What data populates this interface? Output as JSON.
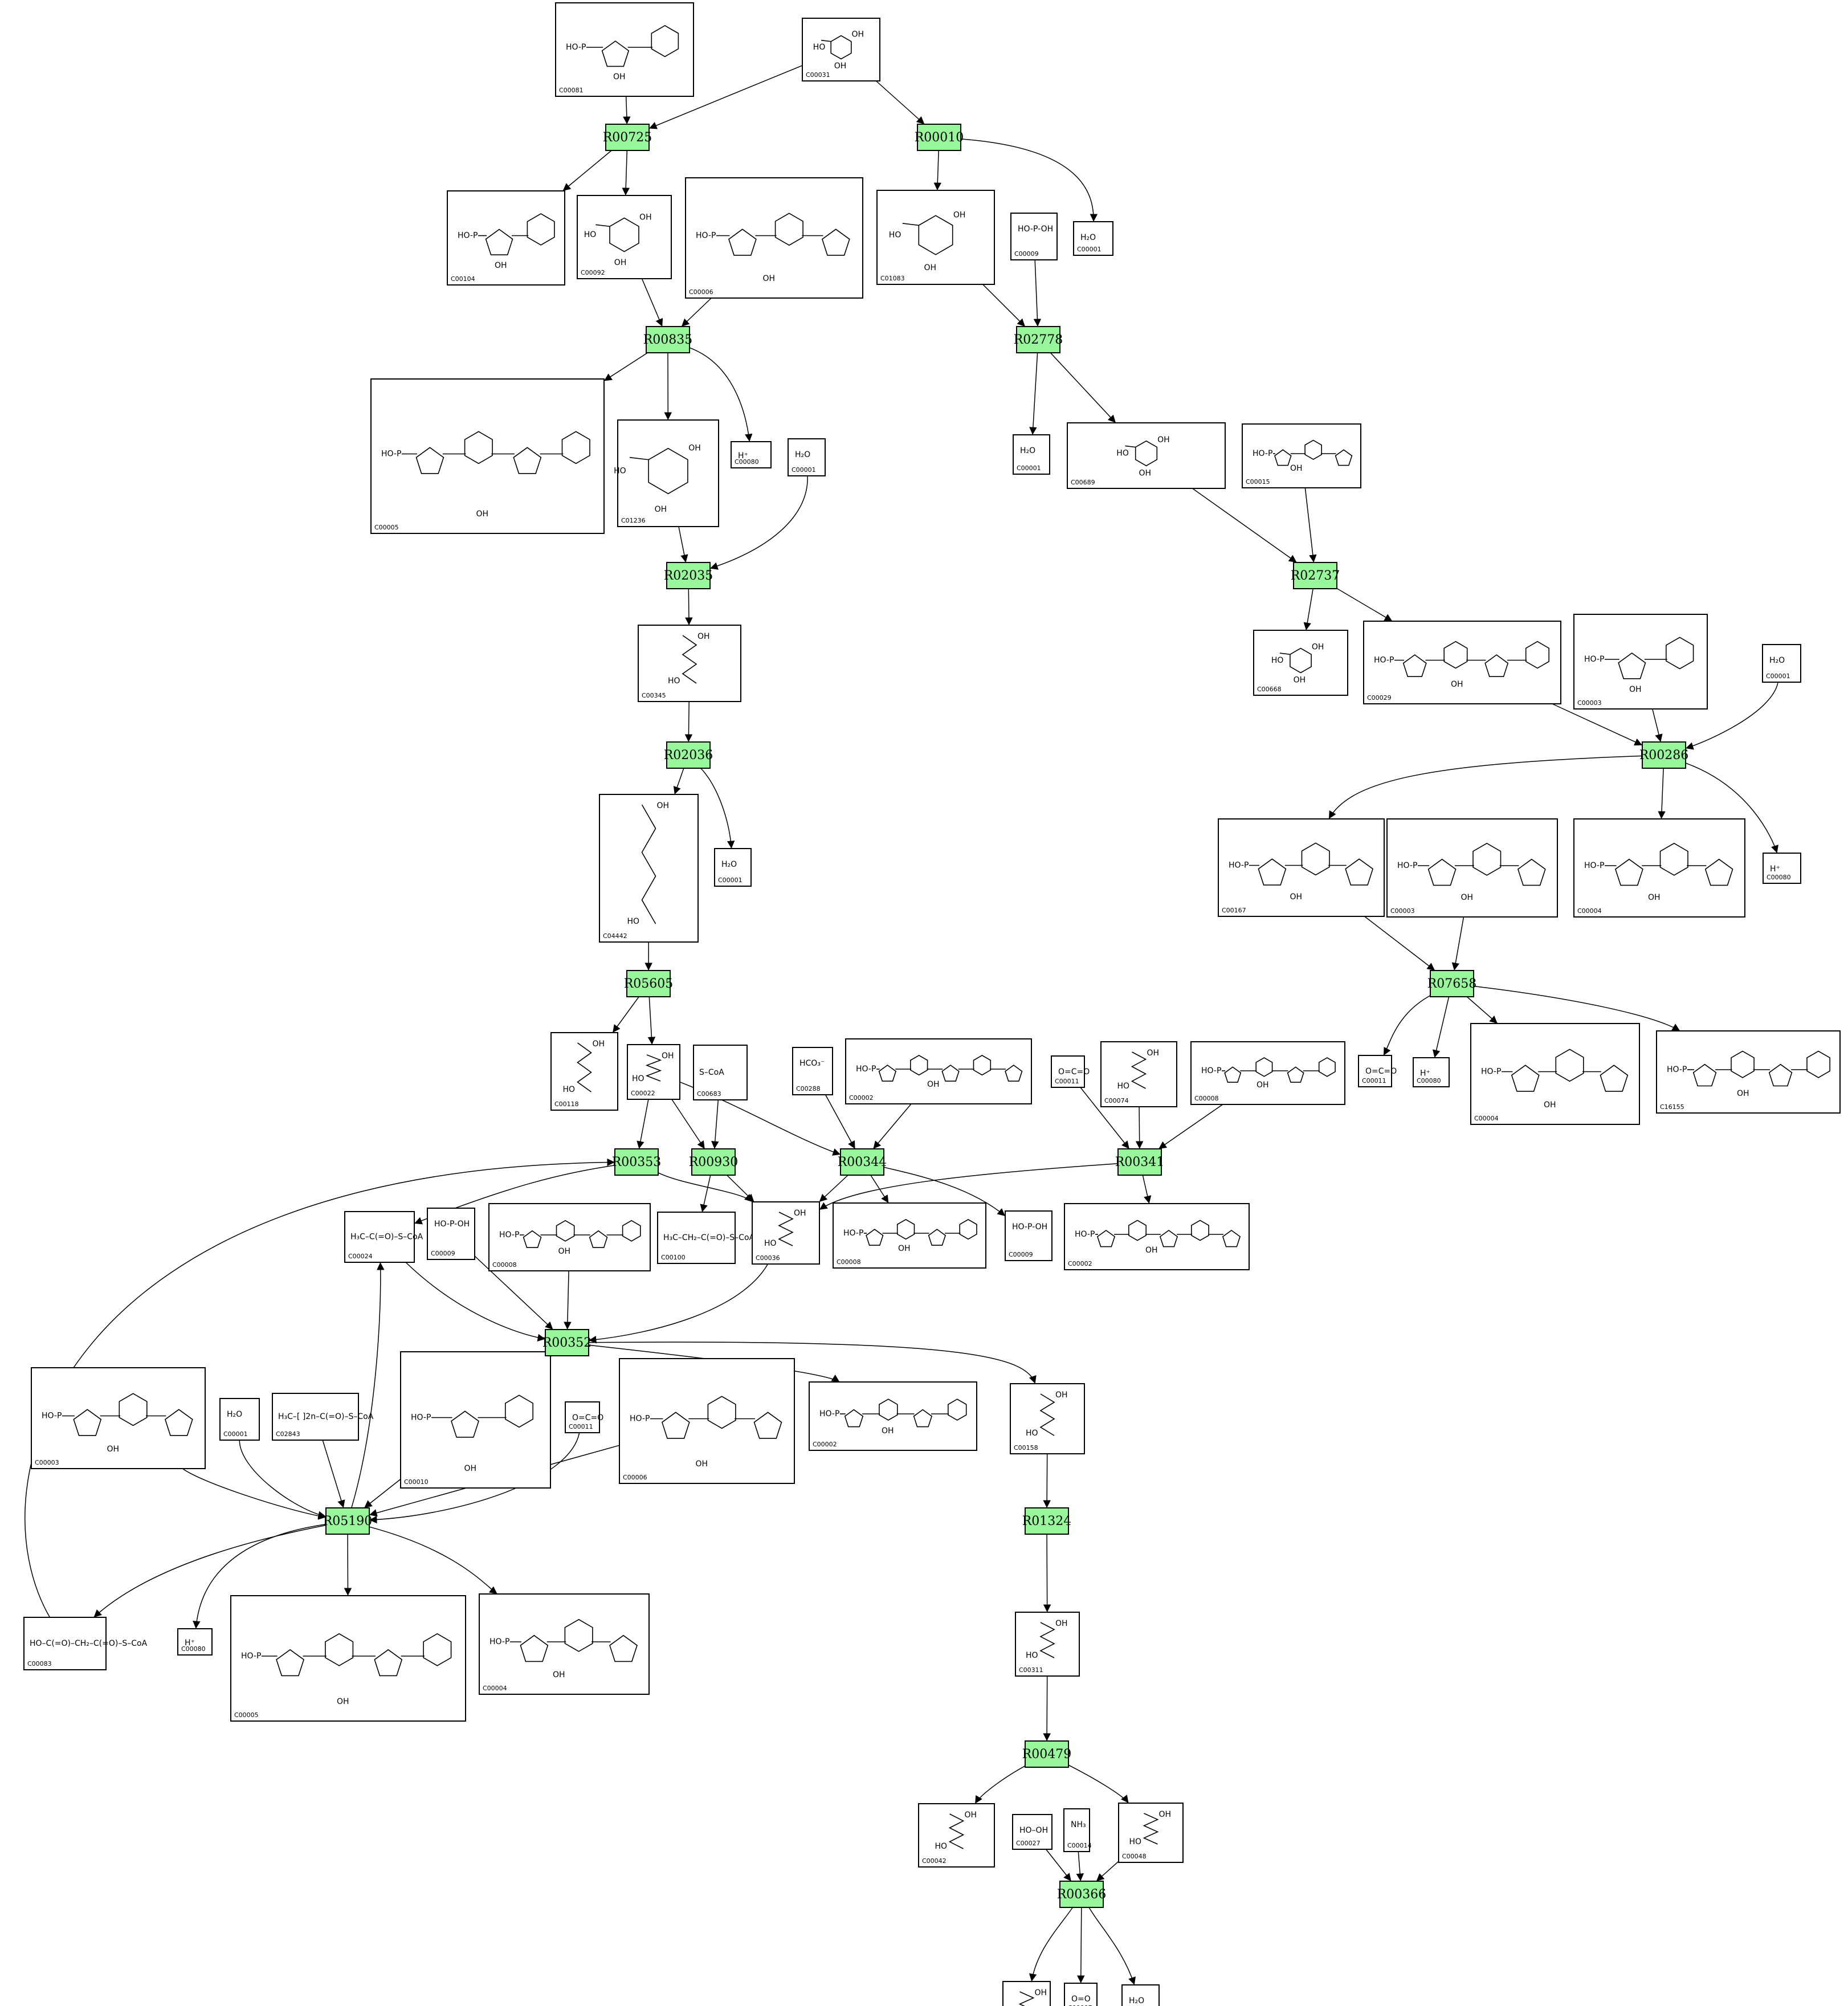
{
  "reactions": [
    {
      "id": "R00725"
    },
    {
      "id": "R00010"
    },
    {
      "id": "R00835"
    },
    {
      "id": "R02778"
    },
    {
      "id": "R02035"
    },
    {
      "id": "R02737"
    },
    {
      "id": "R02036"
    },
    {
      "id": "R00286"
    },
    {
      "id": "R05605"
    },
    {
      "id": "R07658"
    },
    {
      "id": "R00353"
    },
    {
      "id": "R00930"
    },
    {
      "id": "R00344"
    },
    {
      "id": "R00341"
    },
    {
      "id": "R00352"
    },
    {
      "id": "R05190"
    },
    {
      "id": "R01324"
    },
    {
      "id": "R00479"
    },
    {
      "id": "R00366"
    }
  ],
  "compounds": [
    {
      "id": "C00081",
      "kind": "nucleotide",
      "label": ""
    },
    {
      "id": "C00031",
      "kind": "sugar",
      "label": ""
    },
    {
      "id": "C00104",
      "kind": "nucleotide",
      "label": ""
    },
    {
      "id": "C00092",
      "kind": "sugar",
      "label": ""
    },
    {
      "id": "C00006",
      "kind": "nucleotide",
      "label": ""
    },
    {
      "id": "C01083",
      "kind": "sugar",
      "label": ""
    },
    {
      "id": "C00009",
      "kind": "small",
      "label": "HO-P-OH"
    },
    {
      "id": "C00001",
      "kind": "small",
      "label": "H₂O"
    },
    {
      "id": "C00005",
      "kind": "nucleotide",
      "label": ""
    },
    {
      "id": "C01236",
      "kind": "sugar",
      "label": ""
    },
    {
      "id": "C00080",
      "kind": "small",
      "label": "H⁺"
    },
    {
      "id": "C00001",
      "kind": "small",
      "label": "H₂O"
    },
    {
      "id": "C00001",
      "kind": "small",
      "label": "H₂O"
    },
    {
      "id": "C00689",
      "kind": "sugar",
      "label": ""
    },
    {
      "id": "C00015",
      "kind": "nucleotide",
      "label": ""
    },
    {
      "id": "C00345",
      "kind": "chain",
      "label": ""
    },
    {
      "id": "C00668",
      "kind": "sugar",
      "label": ""
    },
    {
      "id": "C00029",
      "kind": "nucleotide",
      "label": ""
    },
    {
      "id": "C00003",
      "kind": "nucleotide",
      "label": ""
    },
    {
      "id": "C00001",
      "kind": "small",
      "label": "H₂O"
    },
    {
      "id": "C04442",
      "kind": "chain",
      "label": ""
    },
    {
      "id": "C00001",
      "kind": "small",
      "label": "H₂O"
    },
    {
      "id": "C00167",
      "kind": "nucleotide",
      "label": ""
    },
    {
      "id": "C00003",
      "kind": "nucleotide",
      "label": ""
    },
    {
      "id": "C00004",
      "kind": "nucleotide",
      "label": ""
    },
    {
      "id": "C00080",
      "kind": "small",
      "label": "H⁺"
    },
    {
      "id": "C00118",
      "kind": "chain",
      "label": ""
    },
    {
      "id": "C00022",
      "kind": "chain",
      "label": ""
    },
    {
      "id": "C00683",
      "kind": "chain",
      "label": "S–CoA"
    },
    {
      "id": "C00288",
      "kind": "small",
      "label": "HCO₃⁻"
    },
    {
      "id": "C00002",
      "kind": "nucleotide",
      "label": ""
    },
    {
      "id": "C00011",
      "kind": "small",
      "label": "O=C=O"
    },
    {
      "id": "C00074",
      "kind": "chain",
      "label": ""
    },
    {
      "id": "C00008",
      "kind": "nucleotide",
      "label": ""
    },
    {
      "id": "C00011",
      "kind": "small",
      "label": "O=C=O"
    },
    {
      "id": "C00080",
      "kind": "small",
      "label": "H⁺"
    },
    {
      "id": "C00004",
      "kind": "nucleotide",
      "label": ""
    },
    {
      "id": "C16155",
      "kind": "nucleotide",
      "label": ""
    },
    {
      "id": "C00024",
      "kind": "chain",
      "label": "H₃C–C(=O)–S–CoA"
    },
    {
      "id": "C00009",
      "kind": "small",
      "label": "HO-P-OH"
    },
    {
      "id": "C00008",
      "kind": "nucleotide",
      "label": ""
    },
    {
      "id": "C00100",
      "kind": "chain",
      "label": "H₃C–CH₂–C(=O)–S–CoA"
    },
    {
      "id": "C00036",
      "kind": "chain",
      "label": ""
    },
    {
      "id": "C00008",
      "kind": "nucleotide",
      "label": ""
    },
    {
      "id": "C00009",
      "kind": "small",
      "label": "HO-P-OH"
    },
    {
      "id": "C00002",
      "kind": "nucleotide",
      "label": ""
    },
    {
      "id": "C00003",
      "kind": "nucleotide",
      "label": ""
    },
    {
      "id": "C00001",
      "kind": "small",
      "label": "H₂O"
    },
    {
      "id": "C02843",
      "kind": "chain",
      "label": "H₃C–[ ]2n–C(=O)–S–CoA"
    },
    {
      "id": "C00010",
      "kind": "nucleotide",
      "label": ""
    },
    {
      "id": "C00011",
      "kind": "small",
      "label": "O=C=O"
    },
    {
      "id": "C00006",
      "kind": "nucleotide",
      "label": ""
    },
    {
      "id": "C00002",
      "kind": "nucleotide",
      "label": ""
    },
    {
      "id": "C00158",
      "kind": "chain",
      "label": ""
    },
    {
      "id": "C00083",
      "kind": "chain",
      "label": "HO–C(=O)–CH₂–C(=O)–S–CoA"
    },
    {
      "id": "C00080",
      "kind": "small",
      "label": "H⁺"
    },
    {
      "id": "C00005",
      "kind": "nucleotide",
      "label": ""
    },
    {
      "id": "C00004",
      "kind": "nucleotide",
      "label": ""
    },
    {
      "id": "C00311",
      "kind": "chain",
      "label": ""
    },
    {
      "id": "C00042",
      "kind": "chain",
      "label": ""
    },
    {
      "id": "C00027",
      "kind": "small",
      "label": "HO–OH"
    },
    {
      "id": "C00014",
      "kind": "small",
      "label": "NH₃"
    },
    {
      "id": "C00048",
      "kind": "chain",
      "label": ""
    },
    {
      "id": "C00037",
      "kind": "chain",
      "label": ""
    },
    {
      "id": "C00007",
      "kind": "small",
      "label": "O=O"
    },
    {
      "id": "C00001",
      "kind": "small",
      "label": "H₂O"
    }
  ]
}
